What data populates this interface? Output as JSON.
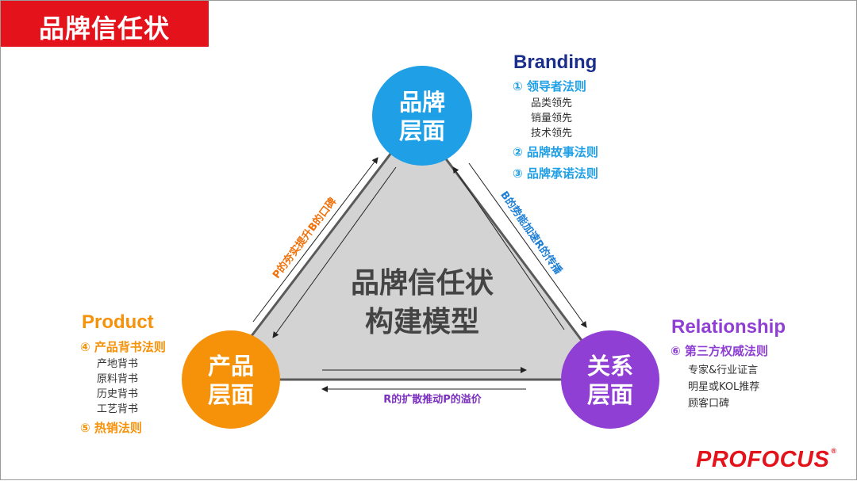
{
  "header": {
    "title": "品牌信任状"
  },
  "center": {
    "line1": "品牌信任状",
    "line2": "构建模型"
  },
  "nodes": {
    "brand": {
      "line1": "品牌",
      "line2": "层面",
      "color": "#1e9fe6"
    },
    "product": {
      "line1": "产品",
      "line2": "层面",
      "color": "#f5920a"
    },
    "relationship": {
      "line1": "关系",
      "line2": "层面",
      "color": "#8f3fd3"
    }
  },
  "edges": {
    "left": "P的夯实提升B的口碑",
    "right": "B的势能加速R的传播",
    "bottom": "R的扩散推动P的溢价"
  },
  "branding": {
    "heading": "Branding",
    "rule1": "① 领导者法则",
    "rule1_items": [
      "品类领先",
      "销量领先",
      "技术领先"
    ],
    "rule2": "② 品牌故事法则",
    "rule3": "③ 品牌承诺法则",
    "heading_color": "#1c2e8c",
    "rule_color": "#1e9fe6"
  },
  "product": {
    "heading": "Product",
    "rule4": "④ 产品背书法则",
    "rule4_items": [
      "产地背书",
      "原料背书",
      "历史背书",
      "工艺背书"
    ],
    "rule5": "⑤ 热销法则",
    "color": "#f5920a"
  },
  "relationship": {
    "heading": "Relationship",
    "rule6": "⑥ 第三方权威法则",
    "rule6_items": [
      "专家&行业证言",
      "明星或KOL推荐",
      "顾客口碑"
    ],
    "color": "#8f3fd3"
  },
  "logo": {
    "text": "PROFOCUS",
    "mark": "®"
  }
}
